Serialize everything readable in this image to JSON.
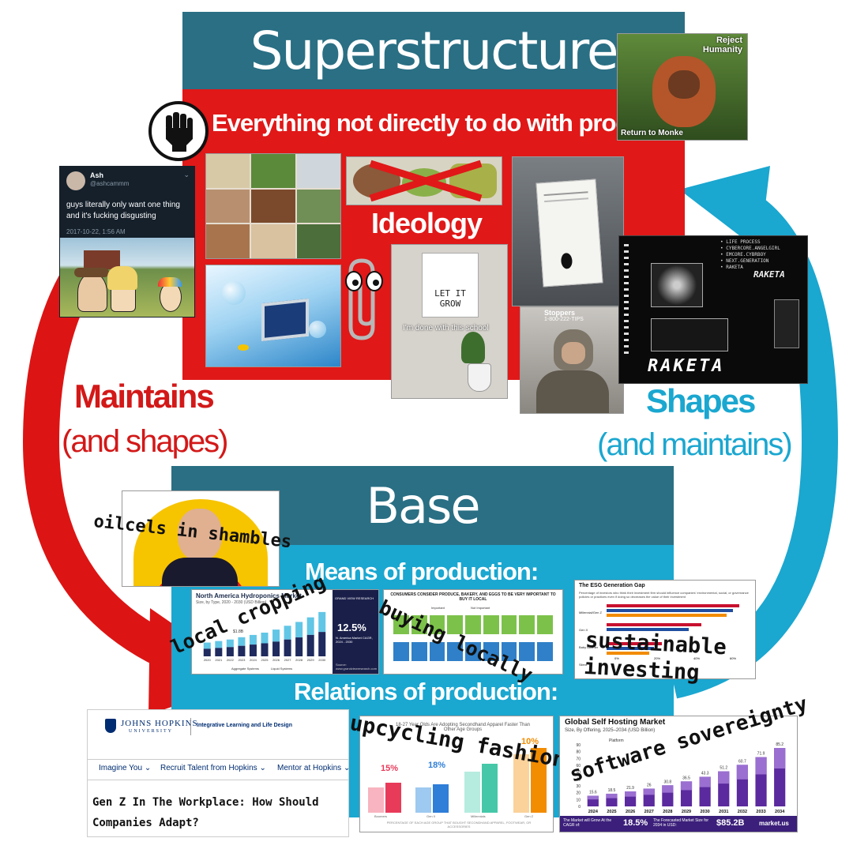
{
  "superstructure": {
    "title": "Superstructure",
    "subtitle": "Everything not directly to do with production:",
    "ideology_label": "Ideology"
  },
  "base": {
    "title": "Base",
    "means_label": "Means of production:",
    "relations_label": "Relations of production:"
  },
  "arrows": {
    "left_main": "Maintains",
    "left_sub": "(and shapes)",
    "right_main": "Shapes",
    "right_sub": "(and maintains)"
  },
  "tweet": {
    "name": "Ash",
    "handle": "@ashcammm",
    "text": "guys literally only want one thing and it's fucking disgusting",
    "timestamp": "2017-10-22, 1:56 AM"
  },
  "monke": {
    "top": "Reject Humanity",
    "bottom": "Return to Monke"
  },
  "let_it_grow": {
    "sign": "LET IT GROW",
    "caption": "I'm done with this school"
  },
  "raketa": {
    "list": [
      "• LIFE PROCESS",
      "• CYBERCORE.ANGELGIRL",
      "• EMCORE.CYBRBOY",
      "• NEXT.GENERATION",
      "• RAKETA"
    ],
    "title": "RAKETA",
    "big": "RAKETA"
  },
  "stoppers": {
    "label": "Stoppers",
    "phone": "1-800-222-TIPS"
  },
  "captions": {
    "oilcels": "oilcels in shambles",
    "local": "local cropping",
    "buying": "buying locally",
    "sustainable": "sustainable investing",
    "upcycling": "upcycling fashion",
    "software": "software sovereignty"
  },
  "hydroponics": {
    "title": "North America Hydroponics Market",
    "subtitle": "Size, by Type, 2020 - 2030 (USD Billion)",
    "first_value": "$1.8B",
    "badge_brand": "GRAND VIEW RESEARCH",
    "badge_pct": "12.5%",
    "badge_text": "N. America Market CAGR, 2024 - 2030",
    "legend1": "Aggregate Systems",
    "legend2": "Liquid Systems",
    "source": "Source: www.grandviewresearch.com"
  },
  "consumers": {
    "title": "CONSUMERS CONSIDER PRODUCE, BAKERY, AND EGGS TO BE VERY IMPORTANT TO BUY IT LOCAL",
    "legend1": "Important",
    "legend2": "Not Important"
  },
  "esg": {
    "title": "The ESG Generation Gap",
    "desc": "Percentage of investors who think their investment firm should influence companies' environmental, social, or governance policies or practices even if doing so decreases the value of their investment",
    "rows": [
      "Millennial/Gen Z",
      "Gen X",
      "Baby Boomer",
      "Silent"
    ],
    "ticks": [
      "0%",
      "20%",
      "40%",
      "60%"
    ]
  },
  "jhu": {
    "brand": "JOHNS HOPKINS",
    "sub": "UNIVERSITY",
    "section": "Integrative Learning and Life Design",
    "nav": [
      "Imagine You",
      "Recruit Talent from Hopkins",
      "Mentor at Hopkins"
    ],
    "headline": "Gen Z In The Workplace: How Should Companies Adapt?"
  },
  "secondhand": {
    "title": "18-27 Year Olds Are Adopting Secondhand Apparel Faster Than Other Age Groups",
    "groups": [
      "Boomers",
      "Gen X",
      "Millennials",
      "Gen Z"
    ],
    "growth": [
      "15%",
      "18%",
      "",
      "10%"
    ],
    "footer": "PERCENTAGE OF EACH AGE GROUP THAT BOUGHT SECONDHAND APPAREL, FOOTWEAR, OR ACCESSORIES"
  },
  "selfhost": {
    "title": "Global Self Hosting Market",
    "subtitle": "Size, By Offering, 2025–2034 (USD Billion)",
    "legend": "Platform",
    "cagr_text": "The Market will Grow At the CAGR of:",
    "cagr": "18.5%",
    "forecast_text": "The Forecasted Market Size for 2034 in USD:",
    "forecast": "$85.2B",
    "brand": "market.us"
  },
  "chart_data": [
    {
      "type": "bar",
      "title": "Global Self Hosting Market",
      "subtitle": "Size, By Offering, 2025–2034 (USD Billion)",
      "categories": [
        "2024",
        "2025",
        "2026",
        "2027",
        "2028",
        "2029",
        "2030",
        "2031",
        "2032",
        "2033",
        "2034"
      ],
      "values": [
        15.6,
        18.5,
        21.9,
        26.0,
        30.8,
        36.5,
        43.3,
        51.2,
        60.7,
        71.9,
        85.2
      ],
      "ylim": [
        0,
        90
      ],
      "yticks": [
        0,
        10,
        20,
        30,
        40,
        50,
        60,
        70,
        80,
        90
      ]
    },
    {
      "type": "bar",
      "title": "North America Hydroponics Market",
      "subtitle": "Size, by Type, 2020 - 2030 (USD Billion)",
      "categories": [
        "2020",
        "2021",
        "2022",
        "2023",
        "2024",
        "2025",
        "2026",
        "2027",
        "2028",
        "2029",
        "2030"
      ],
      "values": [
        1.8,
        2.0,
        2.2,
        2.5,
        2.8,
        3.1,
        3.5,
        4.0,
        4.5,
        5.1,
        5.8
      ]
    }
  ],
  "colors": {
    "superstructure_red": "#e01818",
    "banner_teal": "#2a6f84",
    "base_blue": "#1aa7d0",
    "left_arrow": "#dd1414",
    "right_arrow": "#1aa7d0",
    "maintains_text": "#d31818",
    "shapes_text": "#1aa7d0"
  }
}
